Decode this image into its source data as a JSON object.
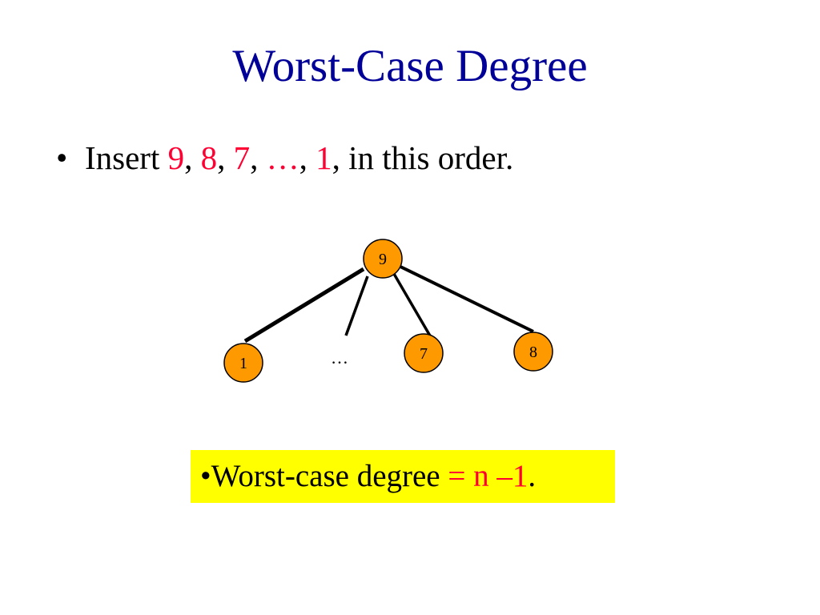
{
  "slide": {
    "title": "Worst-Case Degree",
    "bullet": {
      "marker": "•",
      "prefix": "Insert ",
      "sequence": [
        {
          "value": "9",
          "after": ", "
        },
        {
          "value": "8",
          "after": ", "
        },
        {
          "value": "7",
          "after": ", "
        },
        {
          "value": "…",
          "after": ", "
        },
        {
          "value": "1",
          "after": ""
        }
      ],
      "suffix": ", in this order."
    },
    "callout": {
      "marker": "•",
      "text": "Worst-case degree ",
      "equals": "=",
      "expression": " n –1",
      "end": "."
    }
  },
  "tree": {
    "root": "9",
    "children": [
      "1",
      "…",
      "7",
      "8"
    ]
  },
  "colors": {
    "title": "#000099",
    "highlight_text": "#ff0033",
    "node_fill": "#ff9900",
    "callout_background": "#ffff00"
  }
}
